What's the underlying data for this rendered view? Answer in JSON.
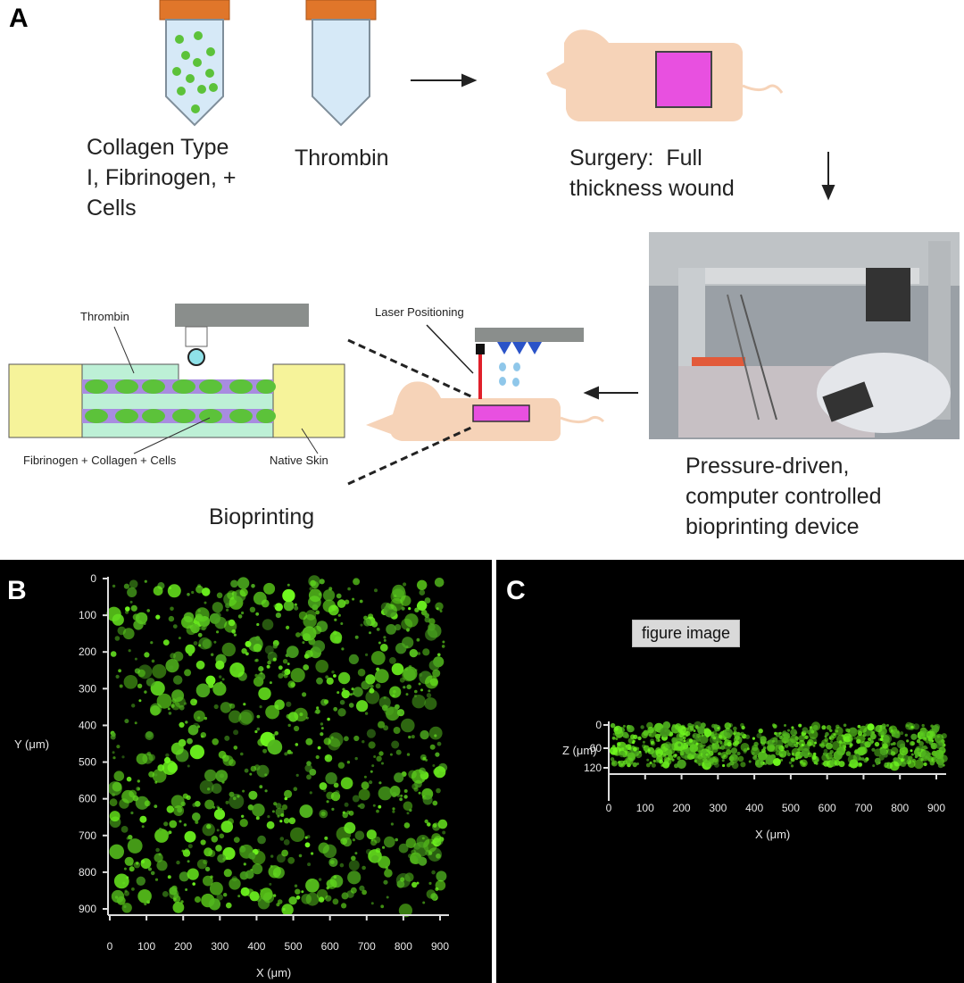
{
  "panel_a": {
    "letter": "A",
    "tube1_label": "Collagen Type\nI, Fibrinogen, +\nCells",
    "tube2_label": "Thrombin",
    "surgery_label": "Surgery:  Full\nthickness wound",
    "device_label": "Pressure-driven,\ncomputer controlled\nbioprinting device",
    "bioprinting_label": "Bioprinting",
    "thrombin_small": "Thrombin",
    "laser_label": "Laser Positioning",
    "layers_label": "Fibrinogen + Collagen + Cells",
    "native_skin_label": "Native Skin",
    "photo_alt": "photo-of-bioprinting-device"
  },
  "panel_b": {
    "letter": "B",
    "y_label": "Y (μm)",
    "x_label": "X (μm)",
    "y_ticks": [
      "0",
      "100",
      "200",
      "300",
      "400",
      "500",
      "600",
      "700",
      "800",
      "900"
    ],
    "x_ticks": [
      "0",
      "100",
      "200",
      "300",
      "400",
      "500",
      "600",
      "700",
      "800",
      "900"
    ]
  },
  "panel_c": {
    "letter": "C",
    "button": "figure image",
    "z_label": "Z (μm)",
    "x_label": "X (μm)",
    "z_ticks": [
      "0",
      "60",
      "120"
    ],
    "x_ticks": [
      "0",
      "100",
      "200",
      "300",
      "400",
      "500",
      "600",
      "700",
      "800",
      "900"
    ]
  },
  "colors": {
    "cap": "#e0762a",
    "tube": "#d6e9f7",
    "cell_green": "#5cc23a",
    "mouse": "#f6d3b8",
    "wound": "#e850e0",
    "fluor": "#6cf23a"
  }
}
